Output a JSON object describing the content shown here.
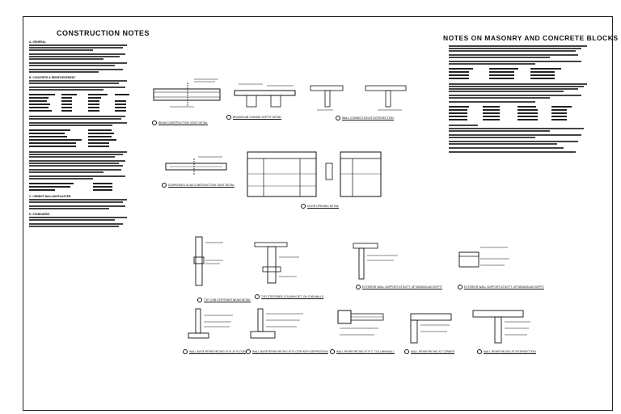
{
  "sheet": {
    "left_title": "CONSTRUCTION NOTES",
    "right_title": "NOTES ON MASONRY AND CONCRETE BLOCKS"
  },
  "left_notes": {
    "sections": [
      "A. GENERAL",
      "B. CONCRETE & REINFORCEMENT",
      "C. CEMENT BALLING/PLASTER",
      "D. STANDARDS"
    ]
  },
  "details": [
    {
      "caption": "BEAM CONSTRUCTION JOINT DETAIL"
    },
    {
      "caption": "BEAM/SLAB CHANGE SOFFIT DETAIL"
    },
    {
      "caption": "WALL CONNECTION AT INTERSECTION"
    },
    {
      "caption": "SUSPENDED SLAB CONSTRUCTION JOINT DETAIL"
    },
    {
      "caption": "DOOR OPENING DETAIL"
    },
    {
      "caption": "TYP. CHB STIFFENER BEAM DETAIL"
    },
    {
      "caption": "TYP. STIFFENER COLUMN DET. ON CHB WALLS"
    },
    {
      "caption": "EXTERIOR WALL SUPPORT AT BOTT. OF BEAM/SLAB SOFFIT"
    },
    {
      "caption": "EXTERIOR WALL SUPPORT AT BOTT. OF BEAM/SLAB SOFFIT"
    },
    {
      "caption": "WALL BASE REINFORCING AT FLAT FLOOR"
    },
    {
      "caption": "WALL BASE REINFORCING AT FLOOR WITH DEPRESSION"
    },
    {
      "caption": "WALL REINFORCING AT R.C. COLUMN/WALL"
    },
    {
      "caption": "WALL REINFORCING AT CORNER"
    },
    {
      "caption": "WALL REINFORCING AT INTERSECTION"
    }
  ]
}
